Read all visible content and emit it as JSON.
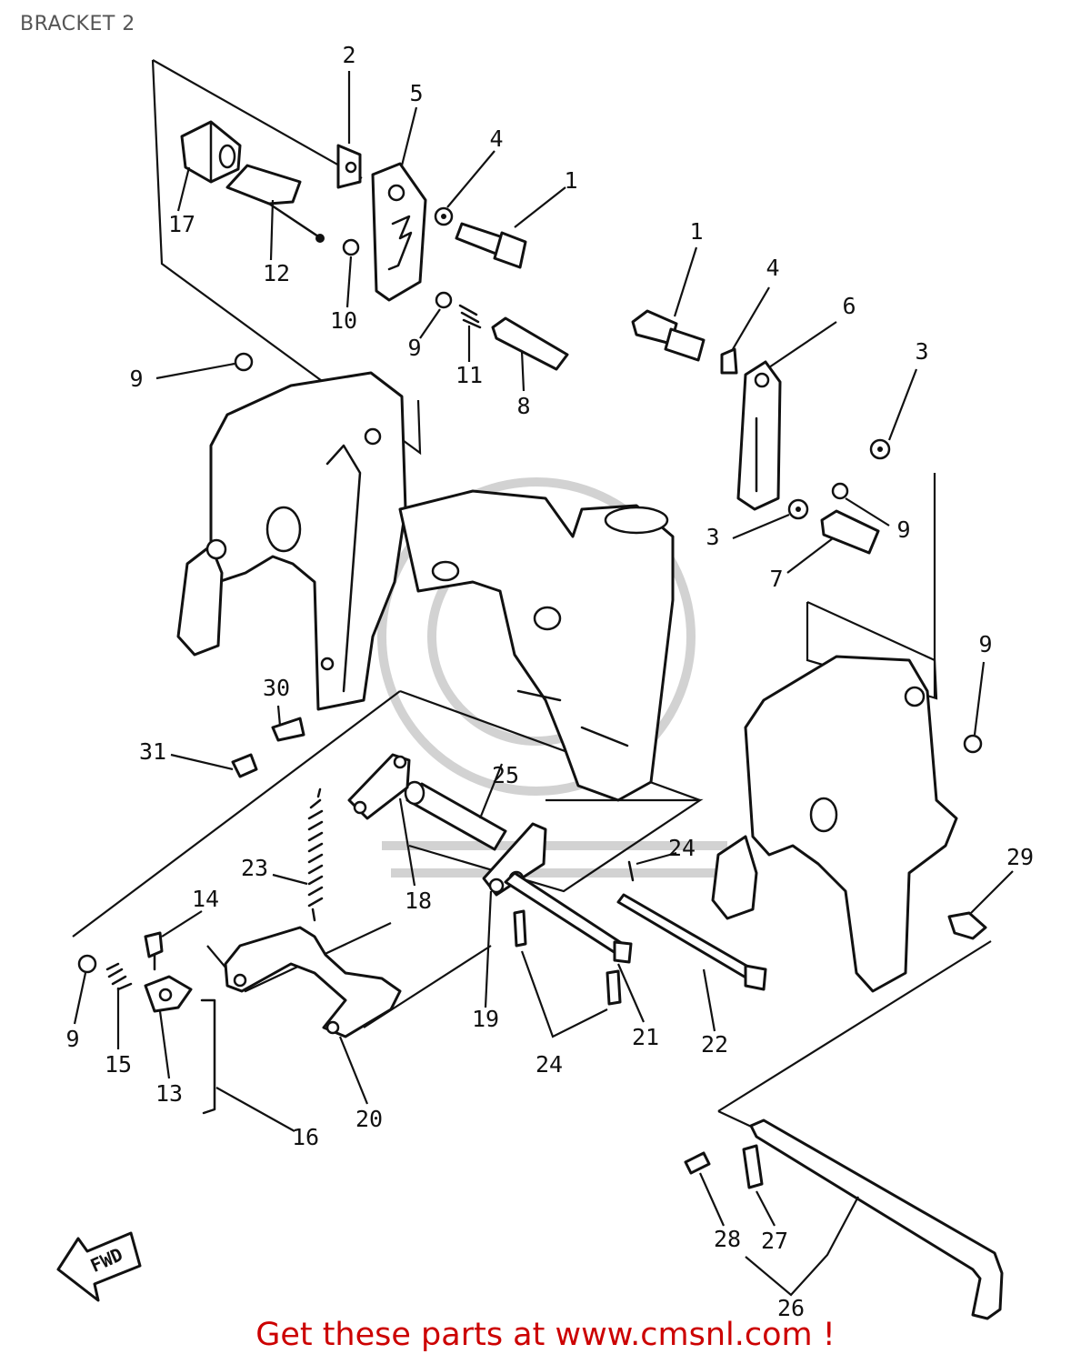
{
  "page": {
    "title": "BRACKET 2"
  },
  "diagram": {
    "callouts": [
      {
        "id": "c2",
        "label": "2"
      },
      {
        "id": "c5",
        "label": "5"
      },
      {
        "id": "c4a",
        "label": "4"
      },
      {
        "id": "c1a",
        "label": "1"
      },
      {
        "id": "c17",
        "label": "17"
      },
      {
        "id": "c12",
        "label": "12"
      },
      {
        "id": "c10",
        "label": "10"
      },
      {
        "id": "c9a",
        "label": "9"
      },
      {
        "id": "c11",
        "label": "11"
      },
      {
        "id": "c8",
        "label": "8"
      },
      {
        "id": "c9b",
        "label": "9"
      },
      {
        "id": "c1b",
        "label": "1"
      },
      {
        "id": "c4b",
        "label": "4"
      },
      {
        "id": "c6",
        "label": "6"
      },
      {
        "id": "c3a",
        "label": "3"
      },
      {
        "id": "c3b",
        "label": "3"
      },
      {
        "id": "c9c",
        "label": "9"
      },
      {
        "id": "c7",
        "label": "7"
      },
      {
        "id": "c9d",
        "label": "9"
      },
      {
        "id": "c30",
        "label": "30"
      },
      {
        "id": "c31",
        "label": "31"
      },
      {
        "id": "c25",
        "label": "25"
      },
      {
        "id": "c24a",
        "label": "24"
      },
      {
        "id": "c29",
        "label": "29"
      },
      {
        "id": "c23",
        "label": "23"
      },
      {
        "id": "c18",
        "label": "18"
      },
      {
        "id": "c14",
        "label": "14"
      },
      {
        "id": "c9e",
        "label": "9"
      },
      {
        "id": "c15",
        "label": "15"
      },
      {
        "id": "c13",
        "label": "13"
      },
      {
        "id": "c19",
        "label": "19"
      },
      {
        "id": "c21",
        "label": "21"
      },
      {
        "id": "c22",
        "label": "22"
      },
      {
        "id": "c24b",
        "label": "24"
      },
      {
        "id": "c20",
        "label": "20"
      },
      {
        "id": "c16",
        "label": "16"
      },
      {
        "id": "c28",
        "label": "28"
      },
      {
        "id": "c27",
        "label": "27"
      },
      {
        "id": "c26",
        "label": "26"
      }
    ],
    "fwd_label": "FWD"
  },
  "footer": {
    "text": "Get these parts at www.cmsnl.com !",
    "color": "#cc0000"
  }
}
